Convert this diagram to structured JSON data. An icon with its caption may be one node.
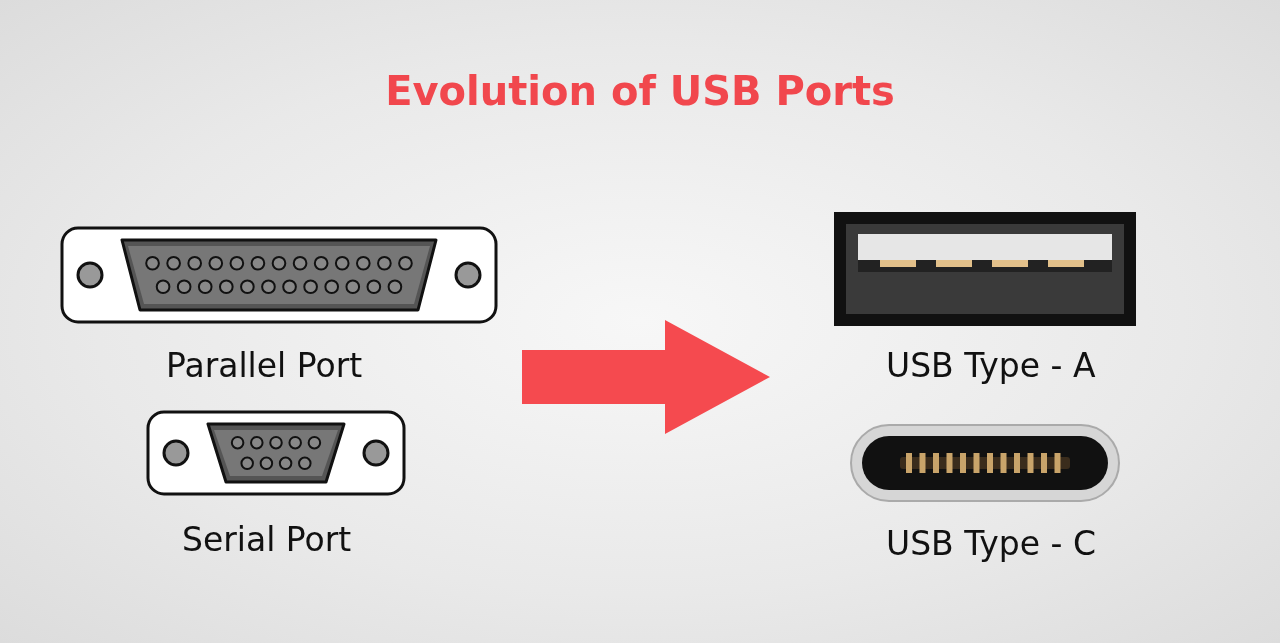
{
  "diagram": {
    "title": "Evolution of USB Ports",
    "nodes": [
      {
        "text": [
          "Parallel Port"
        ]
      },
      {
        "text": [
          "Serial Port"
        ]
      },
      {
        "text": [
          "USB Type - A"
        ]
      },
      {
        "text": [
          "USB Type - C"
        ]
      }
    ],
    "edges": [
      {
        "from": 0,
        "to": 2,
        "arrow": "to"
      },
      {
        "from": 0,
        "to": 3,
        "arrow": "to"
      },
      {
        "from": 1,
        "to": 2,
        "arrow": "to"
      },
      {
        "from": 1,
        "to": 3,
        "arrow": "to"
      }
    ]
  }
}
